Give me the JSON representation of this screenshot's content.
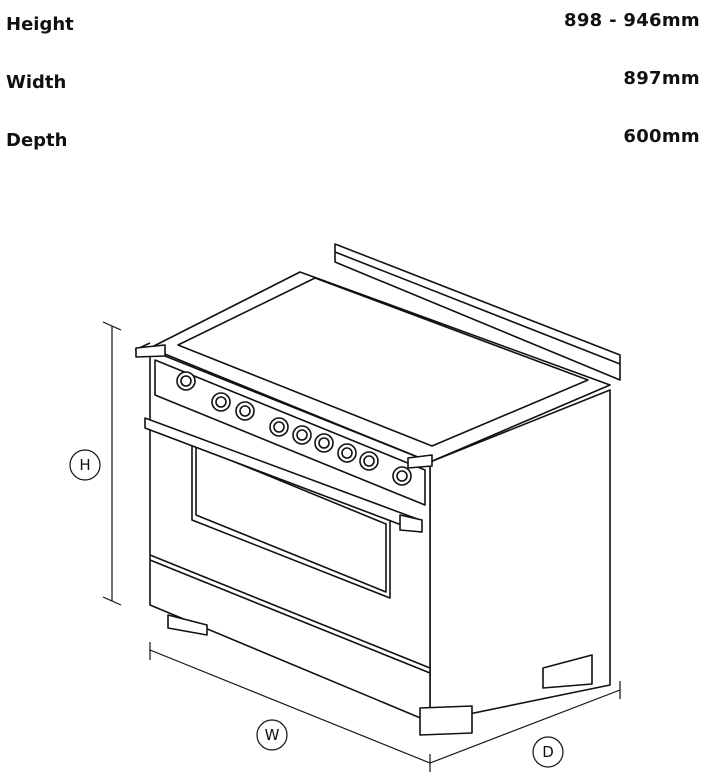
{
  "specs": [
    {
      "label": "Height",
      "value": "898 - 946mm"
    },
    {
      "label": "Width",
      "value": "897mm"
    },
    {
      "label": "Depth",
      "value": "600mm"
    }
  ],
  "diagram": {
    "height_marker": "H",
    "width_marker": "W",
    "depth_marker": "D"
  }
}
